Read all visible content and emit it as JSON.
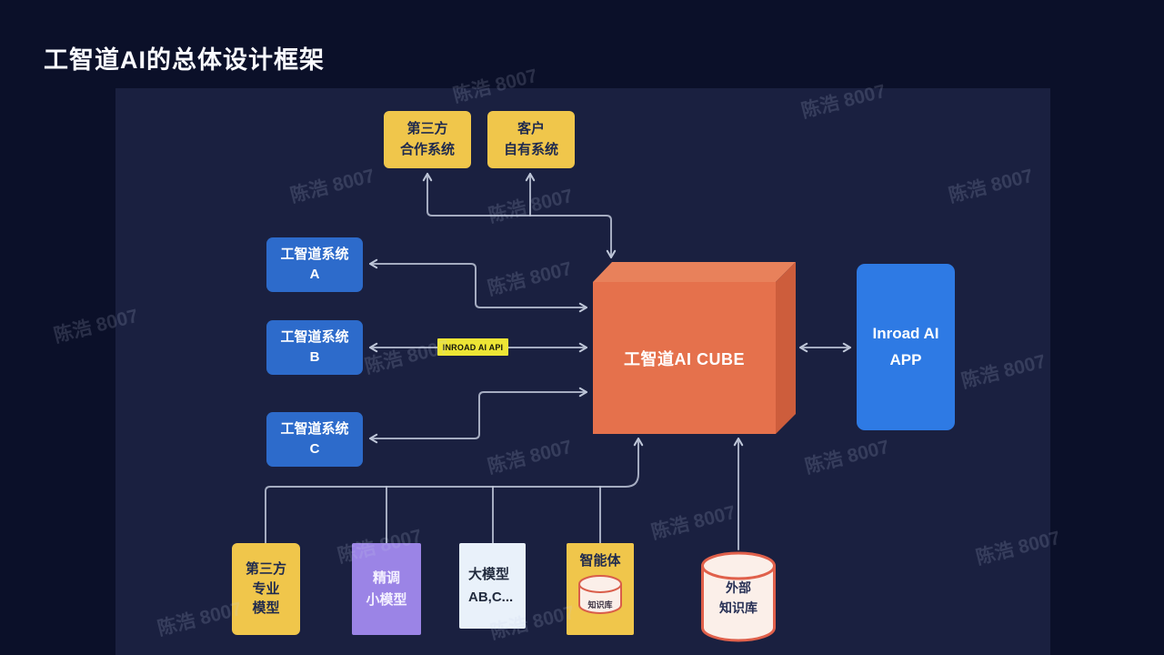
{
  "page": {
    "title": "工智道AI的总体设计框架",
    "watermark": "陈浩 8007"
  },
  "nodes": {
    "top_boxes": [
      {
        "lines": [
          "第三方",
          "合作系统"
        ]
      },
      {
        "lines": [
          "客户",
          "自有系统"
        ]
      }
    ],
    "system_boxes": [
      {
        "lines": [
          "工智道系统",
          "A"
        ]
      },
      {
        "lines": [
          "工智道系统",
          "B"
        ]
      },
      {
        "lines": [
          "工智道系统",
          "C"
        ]
      }
    ],
    "api_label": "INROAD AI API",
    "cube_label": "工智道AI CUBE",
    "app_box": {
      "lines": [
        "Inroad AI",
        "APP"
      ]
    },
    "bottom_boxes": {
      "third_party_model": {
        "lines": [
          "第三方",
          "专业",
          "模型"
        ]
      },
      "finetuned_model": {
        "lines": [
          "精调",
          "小模型"
        ]
      },
      "large_models": {
        "lines": [
          "大模型",
          "AB,C..."
        ]
      },
      "agent": {
        "label": "智能体",
        "cylinder_label": "知识库"
      },
      "external_kb": {
        "lines": [
          "外部",
          "知识库"
        ]
      }
    }
  },
  "colors": {
    "background": "#0B1029",
    "panel": "#1A2040",
    "yellow_box": "#F0C64B",
    "blue_box": "#2D6BCB",
    "app_blue": "#2E7AE4",
    "purple_box": "#9B84E6",
    "light_box": "#E9F1FA",
    "cube_front": "#E5714C",
    "cube_top": "#E8815B",
    "cube_side": "#CD5D3C",
    "cylinder_fill": "#FBEFE9",
    "cylinder_stroke": "#E0604B",
    "api_label_bg": "#EDE535",
    "connector": "#BEC6D8",
    "dark_text": "#1F2A4E"
  }
}
